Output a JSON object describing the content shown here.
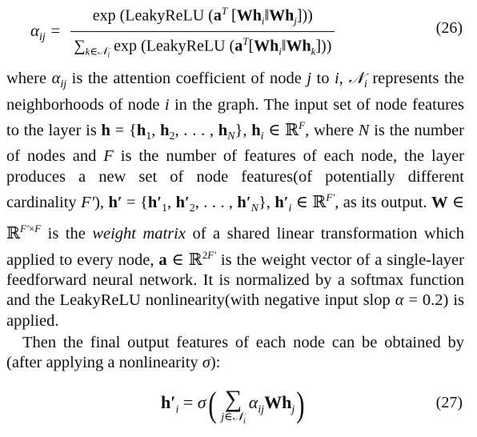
{
  "equation_26": {
    "lhs": "α_ij =",
    "numerator": "exp (LeakyReLU (a^T [W h_i ‖ W h_j]))",
    "denominator": "∑_{k∈N_i} exp (LeakyReLU (a^T [W h_i ‖ W h_k]))",
    "number": "(26)"
  },
  "paragraph_1": "where α_ij is the attention coefficient of node j to i, N_i represents the neighborhoods of node i in the graph. The input set of node features to the layer is h = {h_1, h_2, . . . , h_N}, h_i ∈ ℝ^F, where N is the number of nodes and F is the number of features of each node, the layer produces a new set of node features(of potentially different cardinality F′), h′ = {h′_1, h′_2, . . . , h′_N}, h′_i ∈ ℝ^{F′}, as its output. W ∈ ℝ^{F′×F} is the",
  "paragraph_1_emphasis": "weight matrix",
  "paragraph_1_tail": "of a shared linear transformation which applied to every node, a ∈ ℝ^{2F′} is the weight vector of a single-layer feedforward neural network. It is normalized by a softmax function and the LeakyReLU nonlinearity(with negative input slop α = 0.2) is applied.",
  "paragraph_2": "Then the final output features of each node can be obtained by (after applying a nonlinearity σ):",
  "equation_27": {
    "lhs": "h′_i = σ",
    "sum_subscript": "j∈N_i",
    "body": "α_ij W h_j",
    "number": "(27)"
  }
}
